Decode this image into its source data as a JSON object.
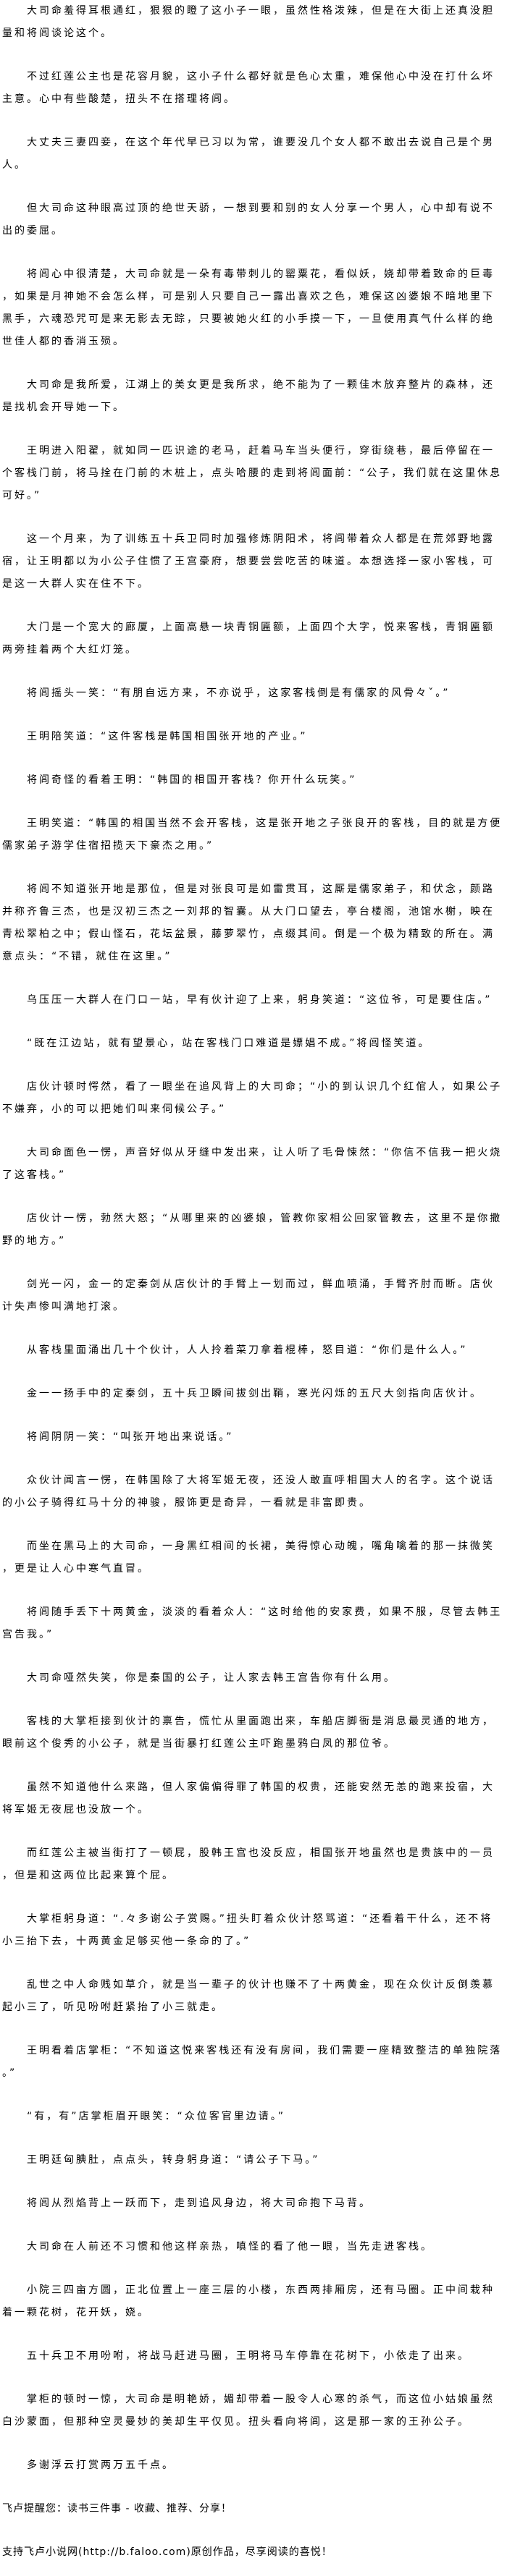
{
  "chapter": {
    "paragraphs": [
      "大司命羞得耳根通红，狠狠的瞪了这小子一眼，虽然性格泼辣，但是在大街上还真没胆量和将闾谈论这个。",
      "不过红莲公主也是花容月貌，这小子什么都好就是色心太重，难保他心中没在打什么坏主意。心中有些酸楚，扭头不在搭理将闾。",
      "大丈夫三妻四妾，在这个年代早已习以为常，谁要没几个女人都不敢出去说自己是个男人。",
      "但大司命这种眼高过顶的绝世天骄，一想到要和别的女人分享一个男人，心中却有说不出的委屈。",
      "将闾心中很清楚，大司命就是一朵有毒带刺儿的罂粟花，看似妖，娆却带着致命的巨毒，如果是月神她不会怎么样，可是别人只要自己一露出喜欢之色，难保这凶婆娘不暗地里下黑手，六魂恐咒可是来无影去无踪，只要被她火红的小手摸一下，一旦使用真气什么样的绝世佳人都的香消玉殒。",
      "大司命是我所爱，江湖上的美女更是我所求，绝不能为了一颗佳木放弃整片的森林，还是找机会开导她一下。",
      "王明进入阳翟，就如同一匹识途的老马，赶着马车当头便行，穿街绕巷，最后停留在一个客栈门前，将马拴在门前的木桩上，点头哈腰的走到将闾面前：“公子，我们就在这里休息可好。”",
      "这一个月来，为了训练五十兵卫同时加强修炼阴阳术，将闾带着众人都是在荒郊野地露宿，让王明都以为小公子住惯了王宫豪府，想要尝尝吃苦的味道。本想选择一家小客栈，可是这一大群人实在住不下。",
      "大门是一个宽大的廊厦，上面高悬一块青铜匾额，上面四个大字，悦来客栈，青铜匾额两旁挂着两个大红灯笼。",
      "将闾摇头一笑：“有朋自远方来，不亦说乎，这家客栈倒是有儒家的风骨々ˇ。”",
      "王明陪笑道：“这件客栈是韩国相国张开地的产业。”",
      "将闾奇怪的看着王明：“韩国的相国开客栈？你开什么玩笑。”",
      "王明笑道：“韩国的相国当然不会开客栈，这是张开地之子张良开的客栈，目的就是方便儒家弟子游学住宿招揽天下豪杰之用。”",
      "将闾不知道张开地是那位，但是对张良可是如雷贯耳，这厮是儒家弟子，和伏念，颜路并称齐鲁三杰，也是汉初三杰之一刘邦的智囊。从大门口望去，亭台楼阁，池馆水榭，映在青松翠柏之中；假山怪石，花坛盆景，藤萝翠竹，点缀其间。倒是一个极为精致的所在。满意点头：“不错，就住在这里。”",
      "乌压压一大群人在门口一站，早有伙计迎了上来，躬身笑道：“这位爷，可是要住店。”",
      "“既在江边站，就有望景心，站在客栈门口难道是嫖娼不成。”将闾怪笑道。",
      "店伙计顿时愕然，看了一眼坐在追风背上的大司命；“小的到认识几个红倌人，如果公子不嫌弃，小的可以把她们叫来伺候公子。”",
      "大司命面色一愣，声音好似从牙缝中发出来，让人听了毛骨悚然：“你信不信我一把火烧了这客栈。”",
      "店伙计一愣，勃然大怒；“从哪里来的凶婆娘，管教你家相公回家管教去，这里不是你撒野的地方。”",
      "剑光一闪，金一的定秦剑从店伙计的手臂上一划而过，鲜血喷涌，手臂齐肘而断。店伙计失声惨叫满地打滚。",
      "从客栈里面涌出几十个伙计，人人拎着菜刀拿着棍棒，怒目道：“你们是什么人。”",
      "金一一扬手中的定秦剑，五十兵卫瞬间拔剑出鞘，寒光闪烁的五尺大剑指向店伙计。",
      "将闾阴阴一笑：“叫张开地出来说话。”",
      "众伙计闻言一愣，在韩国除了大将军姬无夜，还没人敢直呼相国大人的名字。这个说话的小公子骑得红马十分的神骏，服饰更是奇异，一看就是非富即贵。",
      "而坐在黑马上的大司命，一身黑红相间的长裙，美得惊心动魄，嘴角噙着的那一抹微笑，更是让人心中寒气直冒。",
      "将闾随手丢下十两黄金，淡淡的看着众人：“这时给他的安家费，如果不服，尽管去韩王宫告我。”",
      "大司命哑然失笑，你是秦国的公子，让人家去韩王宫告你有什么用。",
      "客栈的大掌柜接到伙计的禀告，慌忙从里面跑出来，车船店脚衙是消息最灵通的地方，眼前这个俊秀的小公子，就是当街暴打红莲公主吓跑墨鸦白凤的那位爷。",
      "虽然不知道他什么来路，但人家偏偏得罪了韩国的权贵，还能安然无恙的跑来投宿，大将军姬无夜屁也没放一个。",
      "而红莲公主被当街打了一顿屁，股韩王宫也没反应，相国张开地虽然也是贵族中的一员，但是和这两位比起来算个屁。",
      "大掌柜躬身道：“.々多谢公子赏赐。”扭头盯着众伙计怒骂道：“还看着干什么，还不将小三抬下去，十两黄金足够买他一条命的了。”",
      "乱世之中人命贱如草介，就是当一辈子的伙计也赚不了十两黄金，现在众伙计反倒羡慕起小三了，听见吩咐赶紧抬了小三就走。",
      "王明看着店掌柜：“不知道这悦来客栈还有没有房间，我们需要一座精致整洁的单独院落。”",
      "“有，有”店掌柜眉开眼笑：“众位客官里边请。”",
      "王明廷匈腆肚，点点头，转身躬身道：“请公子下马。”",
      "将闾从烈焰背上一跃而下，走到追风身边，将大司命抱下马背。",
      "大司命在人前还不习惯和他这样亲热，嗔怪的看了他一眼，当先走进客栈。",
      "小院三四亩方圆，正北位置上一座三层的小楼，东西两排厢房，还有马圈。正中间栽种着一颗花树，花开妖，娆。",
      "五十兵卫不用吩咐，将战马赶进马圈，王明将马车停靠在花树下，小依走了出来。",
      "掌柜的顿时一惊，大司命是明艳娇，媚却带着一股令人心寒的杀气，而这位小姑娘虽然白沙蒙面，但那种空灵曼妙的美却生平仅见。扭头看向将闾，这是那一家的王孙公子。",
      "多谢浮云打赏两万五千点。"
    ]
  },
  "footer": {
    "reminder": "飞卢提醒您：读书三件事 - 收藏、推荐、分享！",
    "support": "支持飞卢小说网(http://b.faloo.com)原创作品，尽享阅读的喜悦！"
  }
}
